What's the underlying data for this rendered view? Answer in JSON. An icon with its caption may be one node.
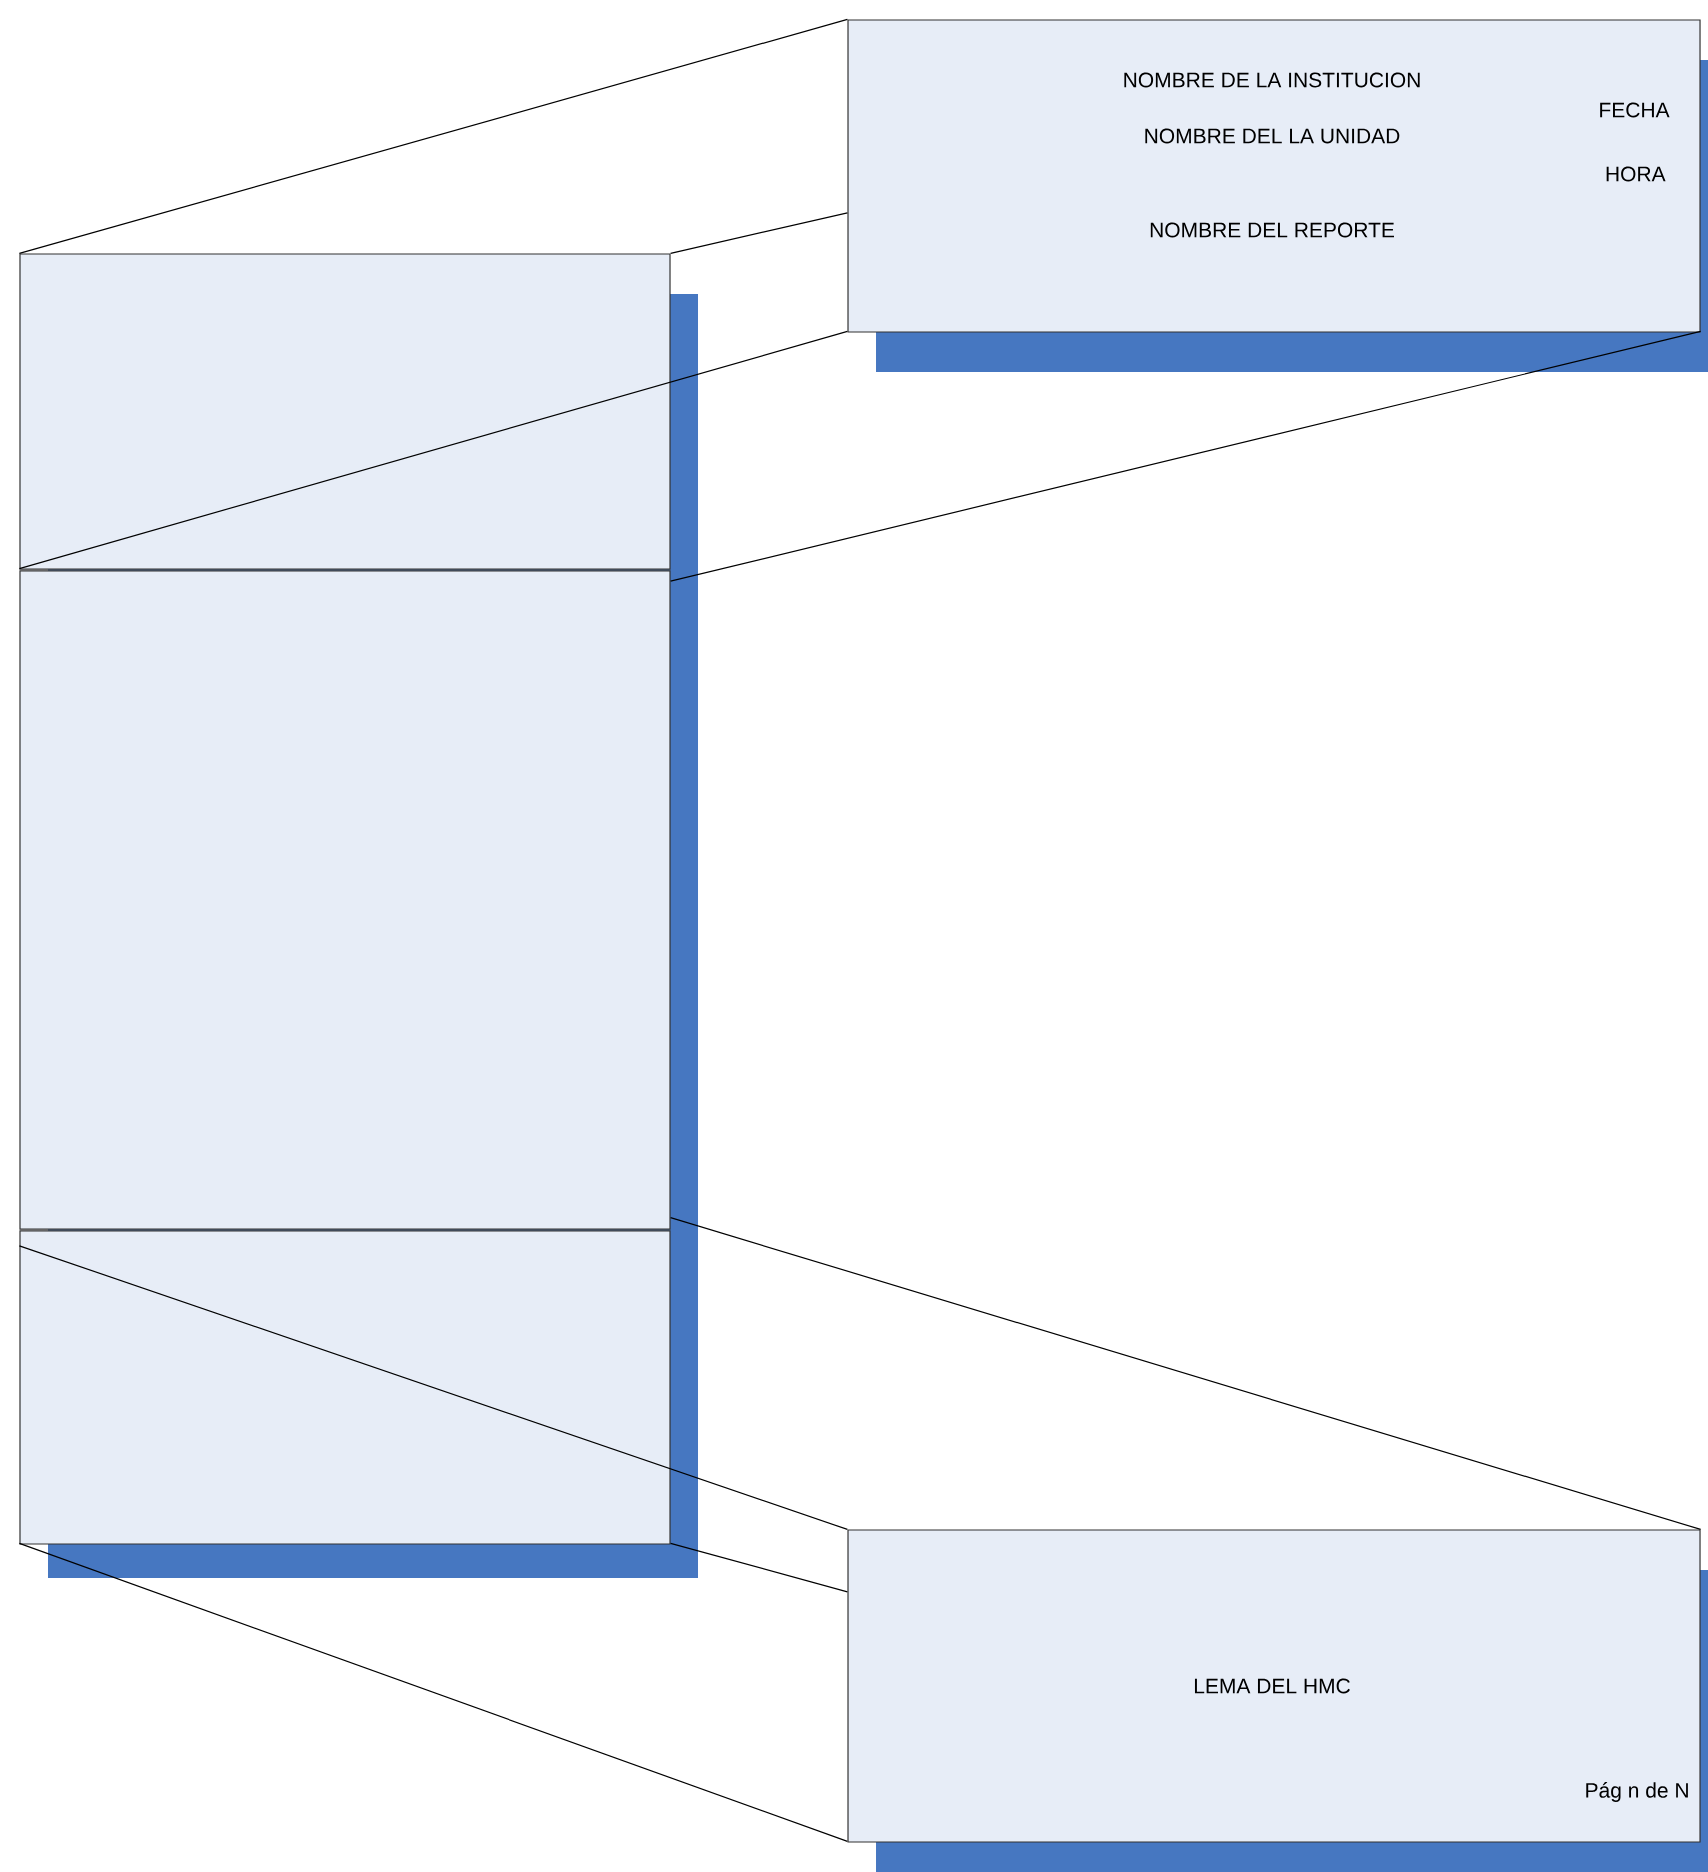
{
  "diagram": {
    "nodes": [
      {
        "text": [],
        "shape": "box"
      },
      {
        "text": [],
        "shape": "box"
      },
      {
        "text": [],
        "shape": "box"
      },
      {
        "text": [
          "NOMBRE DE LA INSTITUCION",
          "NOMBRE DEL LA UNIDAD",
          "NOMBRE DEL REPORTE",
          "FECHA",
          "HORA"
        ]
      },
      {
        "text": [
          "LEMA DEL HMC",
          "Pág n de N"
        ]
      }
    ],
    "edges": [
      {
        "from": 0,
        "to": 3,
        "arrow": "none"
      },
      {
        "from": 0,
        "to": 3,
        "arrow": "none"
      },
      {
        "from": 0,
        "to": 3,
        "arrow": "none"
      },
      {
        "from": 0,
        "to": 3,
        "arrow": "none"
      },
      {
        "from": 2,
        "to": 4,
        "arrow": "none"
      },
      {
        "from": 2,
        "to": 4,
        "arrow": "none"
      },
      {
        "from": 2,
        "to": 4,
        "arrow": "none"
      },
      {
        "from": 2,
        "to": 4,
        "arrow": "none"
      }
    ]
  }
}
